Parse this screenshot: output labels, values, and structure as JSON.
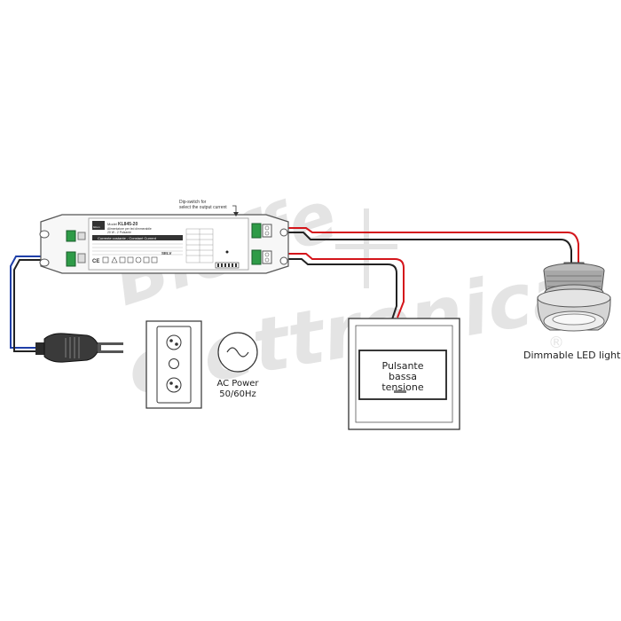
{
  "driver": {
    "brand_logo": "bitron",
    "model_prefix": "Model",
    "model": "KL845-20",
    "line1": "Alimentatore per led dimmerabile",
    "line2": "20 W - 2 Pulsante",
    "current_band": "Corrente costante - Constant Current",
    "selv": "SELV",
    "ce_mark": "CE",
    "dip_title": "Dip-switch for",
    "dip_subtitle": "select the output current"
  },
  "ac_power": {
    "line1": "AC Power",
    "line2": "50/60Hz"
  },
  "push_button": {
    "line1": "Pulsante",
    "line2": "bassa",
    "line3": "tensione"
  },
  "led_light": {
    "label": "Dimmable LED light"
  },
  "watermark": {
    "line1": "Bieffe",
    "line2": "elettronica",
    "mark": "®"
  },
  "colors": {
    "wire_red": "#d4151b",
    "wire_blue": "#1f3fa8",
    "wire_black": "#222222",
    "terminal_green": "#2e9b47"
  }
}
